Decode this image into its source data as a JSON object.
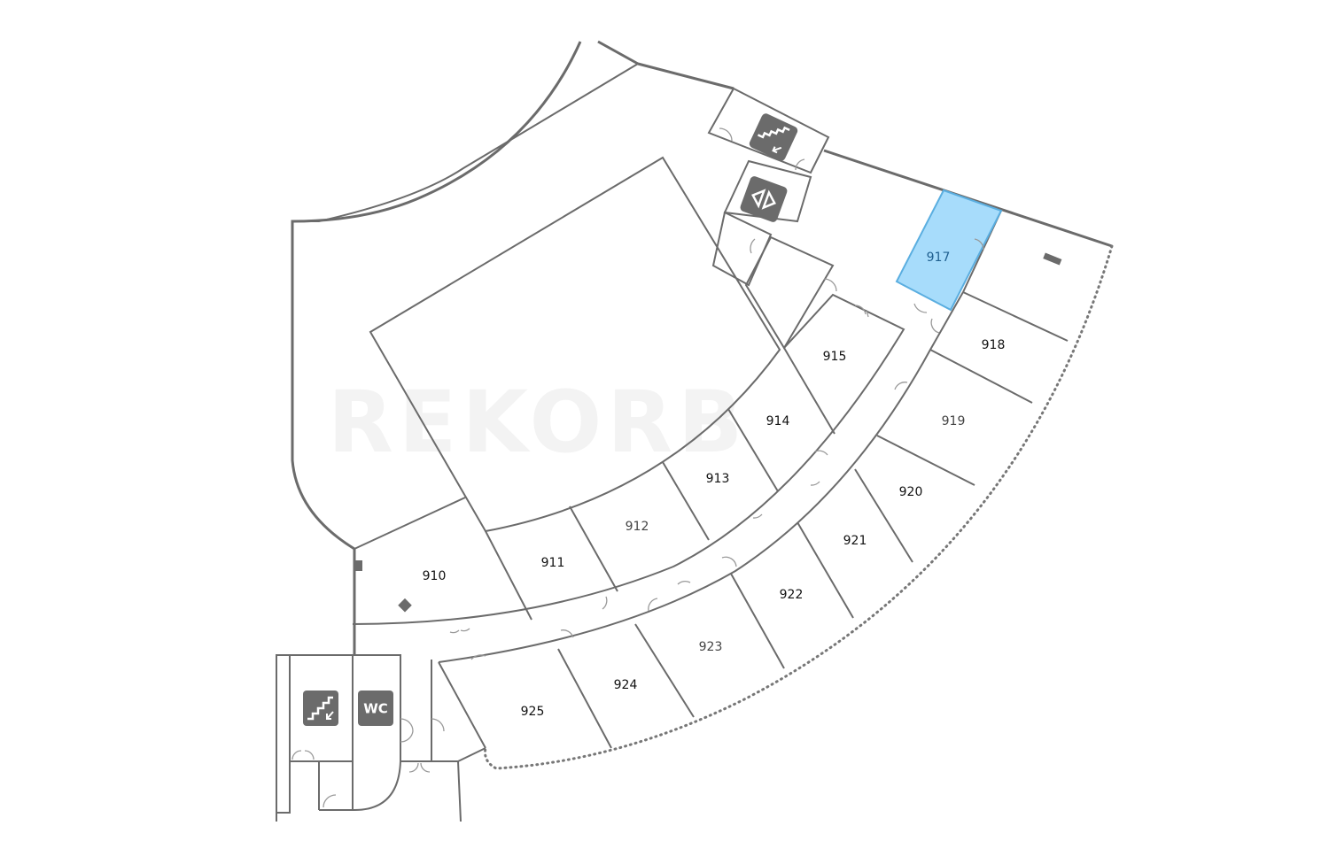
{
  "watermark": "REKORB",
  "highlight_color": "#a7dcfb",
  "selected_room": "917",
  "rooms": [
    {
      "id": "910",
      "label": "910"
    },
    {
      "id": "911",
      "label": "911"
    },
    {
      "id": "912",
      "label": "912"
    },
    {
      "id": "913",
      "label": "913"
    },
    {
      "id": "914",
      "label": "914"
    },
    {
      "id": "915",
      "label": "915"
    },
    {
      "id": "917",
      "label": "917"
    },
    {
      "id": "918",
      "label": "918"
    },
    {
      "id": "919",
      "label": "919"
    },
    {
      "id": "920",
      "label": "920"
    },
    {
      "id": "921",
      "label": "921"
    },
    {
      "id": "922",
      "label": "922"
    },
    {
      "id": "923",
      "label": "923"
    },
    {
      "id": "924",
      "label": "924"
    },
    {
      "id": "925",
      "label": "925"
    }
  ],
  "icons": {
    "stairs": "stairs-icon",
    "elevator": "elevator-icon",
    "wc": "WC"
  }
}
